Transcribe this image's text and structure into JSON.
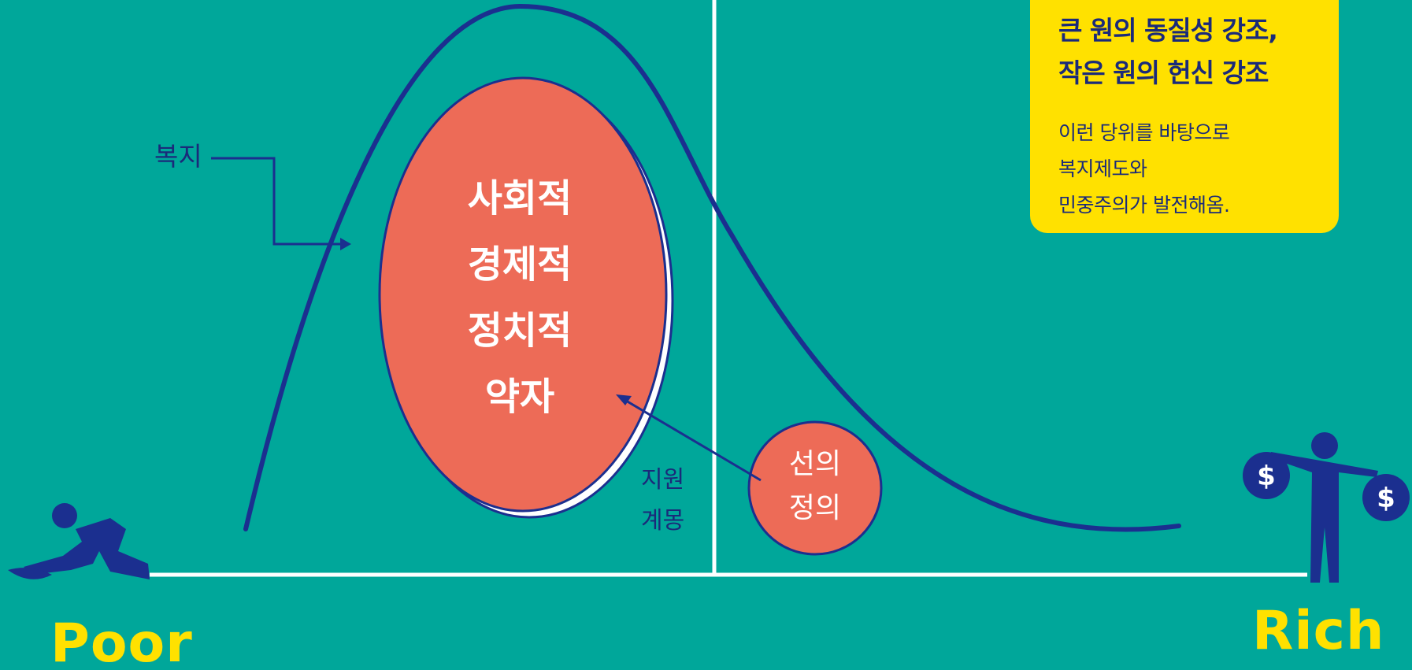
{
  "callout": {
    "title_lines": [
      "큰 원의 동질성 강조,",
      "작은 원의 헌신 강조"
    ],
    "body_lines": [
      "이런 당위를 바탕으로",
      "복지제도와",
      "민중주의가 발전해옴."
    ],
    "background_color": "#ffe100"
  },
  "labels": {
    "welfare": "복지",
    "poor": "Poor",
    "rich": "Rich",
    "support": [
      "지원",
      "계몽"
    ]
  },
  "big_oval": {
    "lines": [
      "사회적",
      "경제적",
      "정치적",
      "약자"
    ],
    "fill_color": "#ed6b57"
  },
  "small_circle": {
    "lines": [
      "선의",
      "정의"
    ],
    "fill_color": "#ed6b57"
  },
  "colors": {
    "background": "#00a79a",
    "curve": "#1b2f8f",
    "axis": "#ffffff",
    "text_dark": "#1a2a7a",
    "accent_yellow": "#ffe100"
  },
  "icons": {
    "left": "crawling-poor-person-icon",
    "right": "rich-person-money-bags-icon"
  }
}
